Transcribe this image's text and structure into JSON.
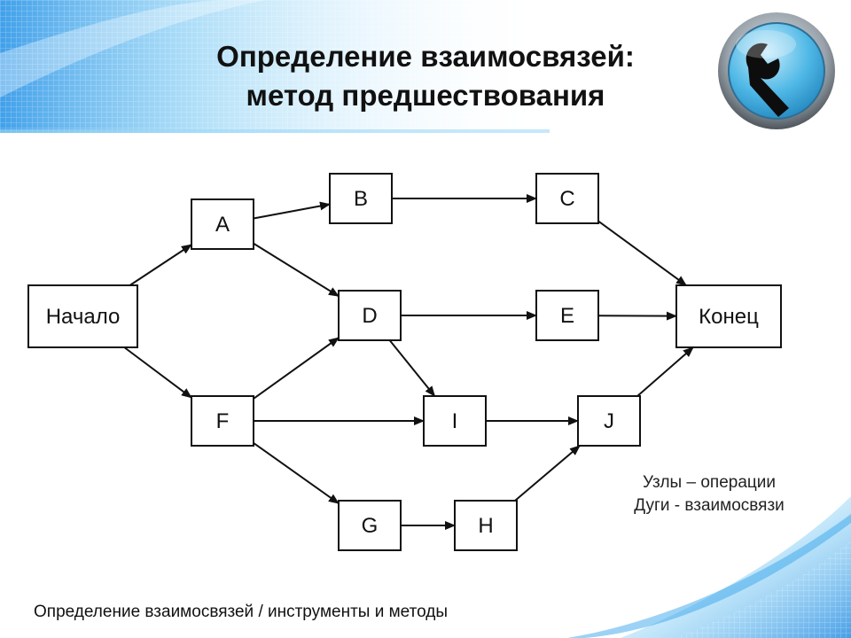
{
  "slide": {
    "title_line1": "Определение взаимосвязей:",
    "title_line2": "метод предшествования",
    "footer": "Определение взаимосвязей / инструменты и методы",
    "icon": "wrench-icon"
  },
  "diagram": {
    "nodes": [
      {
        "id": "start",
        "label": "Начало"
      },
      {
        "id": "A",
        "label": "A"
      },
      {
        "id": "B",
        "label": "B"
      },
      {
        "id": "C",
        "label": "C"
      },
      {
        "id": "D",
        "label": "D"
      },
      {
        "id": "E",
        "label": "E"
      },
      {
        "id": "F",
        "label": "F"
      },
      {
        "id": "G",
        "label": "G"
      },
      {
        "id": "H",
        "label": "H"
      },
      {
        "id": "I",
        "label": "I"
      },
      {
        "id": "J",
        "label": "J"
      },
      {
        "id": "end",
        "label": "Конец"
      }
    ],
    "edges": [
      {
        "from": "start",
        "to": "A"
      },
      {
        "from": "start",
        "to": "F"
      },
      {
        "from": "A",
        "to": "B"
      },
      {
        "from": "A",
        "to": "D"
      },
      {
        "from": "B",
        "to": "C"
      },
      {
        "from": "C",
        "to": "end"
      },
      {
        "from": "D",
        "to": "E"
      },
      {
        "from": "D",
        "to": "I"
      },
      {
        "from": "E",
        "to": "end"
      },
      {
        "from": "F",
        "to": "D"
      },
      {
        "from": "F",
        "to": "I"
      },
      {
        "from": "F",
        "to": "G"
      },
      {
        "from": "G",
        "to": "H"
      },
      {
        "from": "H",
        "to": "J"
      },
      {
        "from": "I",
        "to": "J"
      },
      {
        "from": "J",
        "to": "end"
      }
    ],
    "legend_line1": "Узлы – операции",
    "legend_line2": "Дуги - взаимосвязи"
  },
  "colors": {
    "accent_blue": "#1e90e8",
    "box_border": "#111111",
    "badge_ring": "#4fb8e6"
  }
}
